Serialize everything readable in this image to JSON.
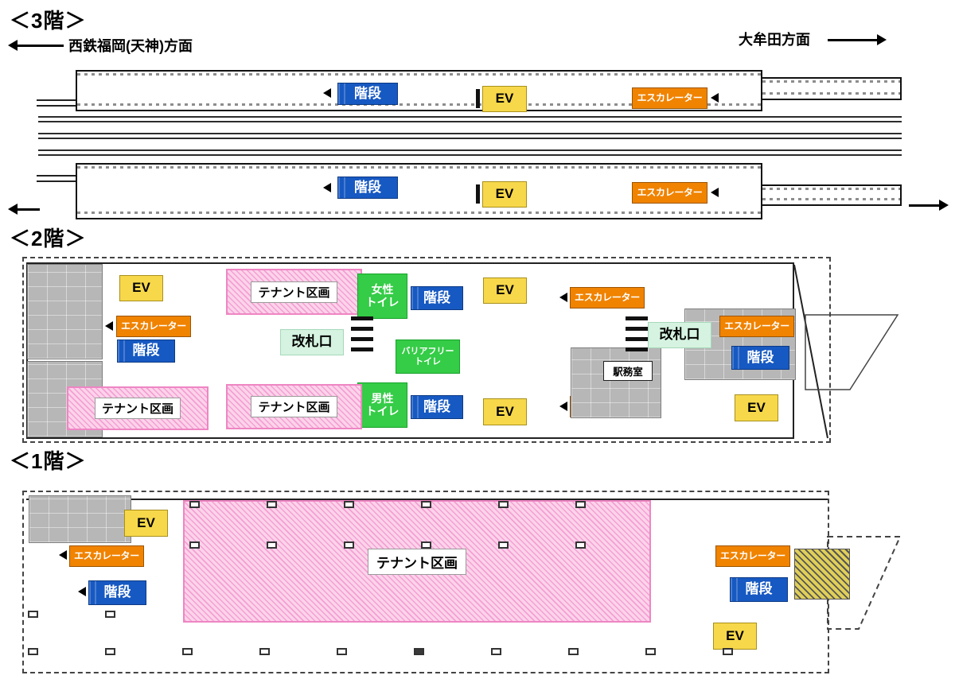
{
  "floors": {
    "f3": {
      "title": "＜3階＞"
    },
    "f2": {
      "title": "＜2階＞"
    },
    "f1": {
      "title": "＜1階＞"
    }
  },
  "directions": {
    "left_label": "西鉄福岡(天神)方面",
    "right_label": "大牟田方面"
  },
  "labels": {
    "stairs": "階段",
    "ev": "EV",
    "escalator": "エスカレーター",
    "tenant": "テナント区画",
    "ticket_gate": "改札口",
    "women_toilet": "女性\nトイレ",
    "men_toilet": "男性\nトイレ",
    "barrier_free_toilet": "バリアフリー\nトイレ",
    "station_office": "駅務室"
  },
  "colors": {
    "stairs": "#1759c2",
    "elevator": "#f7d84b",
    "escalator": "#f08300",
    "toilet": "#35cc47",
    "ticket_gate": "#d5f3e0",
    "tenant_fill": "#fcd3ea",
    "tenant_border": "#ee86c3",
    "structure_gray": "#b7b7b7"
  }
}
